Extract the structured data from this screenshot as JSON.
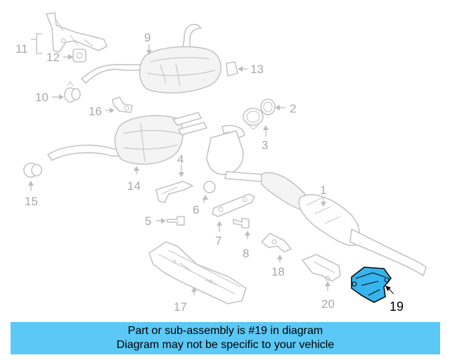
{
  "diagram": {
    "callouts": {
      "c1": "1",
      "c2": "2",
      "c3": "3",
      "c4": "4",
      "c5": "5",
      "c6": "6",
      "c7": "7",
      "c8": "8",
      "c9": "9",
      "c10": "10",
      "c11": "11",
      "c12": "12",
      "c13": "13",
      "c14": "14",
      "c15": "15",
      "c16": "16",
      "c17": "17",
      "c18": "18",
      "c19": "19",
      "c20": "20"
    },
    "highlighted_part": "19",
    "highlight_color": "#36b4ee"
  },
  "banner": {
    "line1": "Part or sub-assembly is #19 in diagram",
    "line2": "Diagram may not be specific to your vehicle",
    "background": "#5bc8f5"
  }
}
